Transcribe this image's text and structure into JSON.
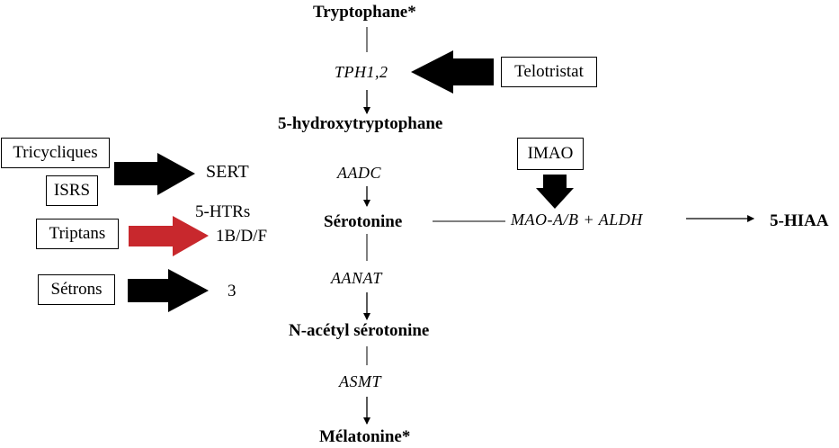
{
  "pathway": {
    "tryptophane": "Tryptophane*",
    "tph": "TPH1,2",
    "hydroxy": "5-hydroxytryptophane",
    "aadc": "AADC",
    "serotonine": "Sérotonine",
    "aanat": "AANAT",
    "nacetyl": "N-acétyl sérotonine",
    "asmt": "ASMT",
    "melatonine": "Mélatonine*",
    "mao": "MAO-A/B + ALDH",
    "hiaa": "5-HIAA"
  },
  "inhibitors": {
    "telotristat": "Telotristat",
    "imao": "IMAO"
  },
  "drugs": {
    "tricycliques": "Tricycliques",
    "isrs": "ISRS",
    "triptans": "Triptans",
    "setrons": "Sétrons"
  },
  "targets": {
    "sert": "SERT",
    "htrs": "5-HTRs",
    "htr_1bdf": "1B/D/F",
    "htr_3": "3"
  },
  "colors": {
    "arrow_black": "#000000",
    "arrow_red": "#c8282d"
  }
}
